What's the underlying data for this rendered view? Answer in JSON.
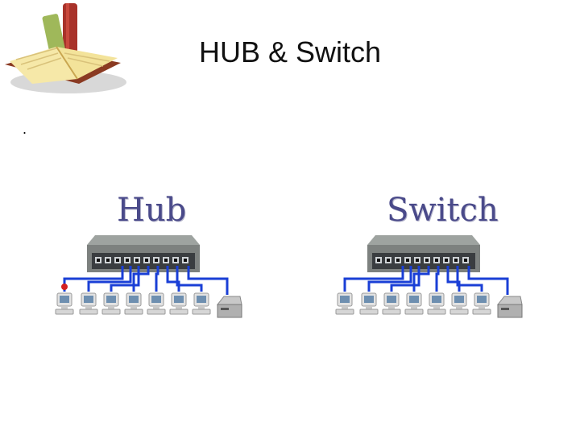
{
  "slide": {
    "title": "HUB & Switch",
    "bullet": "."
  },
  "diagrams": {
    "hub": {
      "label": "Hub",
      "computers": 7,
      "printers": 1
    },
    "switch": {
      "label": "Switch",
      "computers": 7,
      "printers": 1
    }
  },
  "colors": {
    "cable": "#1a3fd6",
    "device_body": "#8a8e8c",
    "device_front": "#3a3d40",
    "label": "#4a4a8a"
  },
  "icons": [
    "books-icon",
    "hub-device-icon",
    "switch-device-icon",
    "computer-icon",
    "printer-icon"
  ]
}
